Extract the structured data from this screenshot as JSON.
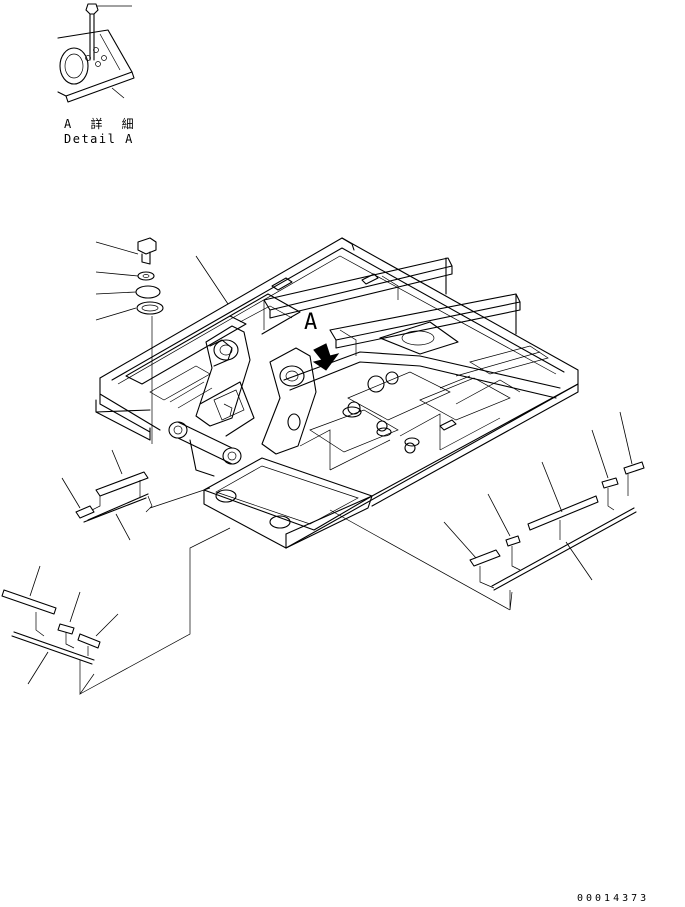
{
  "detail_label": {
    "japanese": "A 詳 細",
    "english": "Detail A"
  },
  "view_marker": "A",
  "drawing_number": "00014373"
}
